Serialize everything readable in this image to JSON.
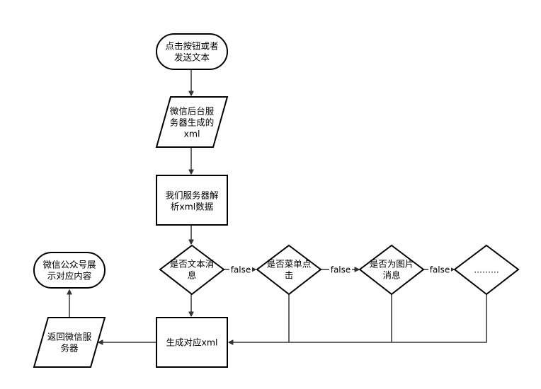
{
  "nodes": {
    "start": {
      "lines": [
        "点击按钮或者",
        "发送文本"
      ]
    },
    "wechat_xml": {
      "lines": [
        "微信后台服",
        "务器生成的",
        "xml"
      ]
    },
    "parse": {
      "lines": [
        "我们服务器解",
        "析xml数据"
      ]
    },
    "is_text": {
      "lines": [
        "是否文本消",
        "息"
      ]
    },
    "is_menu": {
      "lines": [
        "是否菜单点",
        "击"
      ]
    },
    "is_image": {
      "lines": [
        "是否为图片",
        "消息"
      ]
    },
    "more": {
      "lines": [
        "........."
      ]
    },
    "gen_xml": {
      "lines": [
        "生成对应xml"
      ]
    },
    "return_wechat": {
      "lines": [
        "返回微信服",
        "务器"
      ]
    },
    "show": {
      "lines": [
        "微信公众号展",
        "示对应内容"
      ]
    }
  },
  "edge_labels": {
    "false1": "false",
    "false2": "false",
    "false3": "false"
  }
}
